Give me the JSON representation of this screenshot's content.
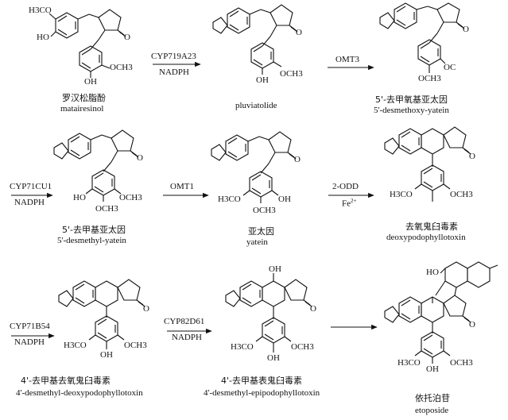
{
  "molecules": [
    {
      "cn": "罗汉松脂酚",
      "en": "matairesinol"
    },
    {
      "cn": "",
      "en": "pluviatolide"
    },
    {
      "cn": "5'-去甲氧基亚太因",
      "en": "5'-desmethoxy-yatein"
    },
    {
      "cn": "5'-去甲基亚太因",
      "en": "5'-desmethyl-yatein"
    },
    {
      "cn": "亚太因",
      "en": "yatein"
    },
    {
      "cn": "去氧鬼臼毒素",
      "en": "deoxypodophyllotoxin"
    },
    {
      "cn": "4'-去甲基去氧鬼臼毒素",
      "en": "4'-desmethyl-deoxypodophyllotoxin"
    },
    {
      "cn": "4'-去甲基表鬼臼毒素",
      "en": "4'-desmethyl-epipodophyllotoxin"
    },
    {
      "cn": "依托泊苷",
      "en": "etoposide"
    }
  ],
  "enzymes": [
    {
      "name": "CYP719A23",
      "cofactor": "NADPH"
    },
    {
      "name": "OMT3",
      "cofactor": ""
    },
    {
      "name": "CYP71CU1",
      "cofactor": "NADPH"
    },
    {
      "name": "OMT1",
      "cofactor": ""
    },
    {
      "name": "2-ODD",
      "cofactor": "Fe",
      "cofactor_sup": "2+"
    },
    {
      "name": "CYP71B54",
      "cofactor": "NADPH"
    },
    {
      "name": "CYP82D61",
      "cofactor": "NADPH"
    }
  ],
  "atoms": {
    "h3co": "H3CO",
    "och3": "OCH3",
    "ho": "HO",
    "oh": "OH",
    "o": "O",
    "och3_short": "OC"
  }
}
